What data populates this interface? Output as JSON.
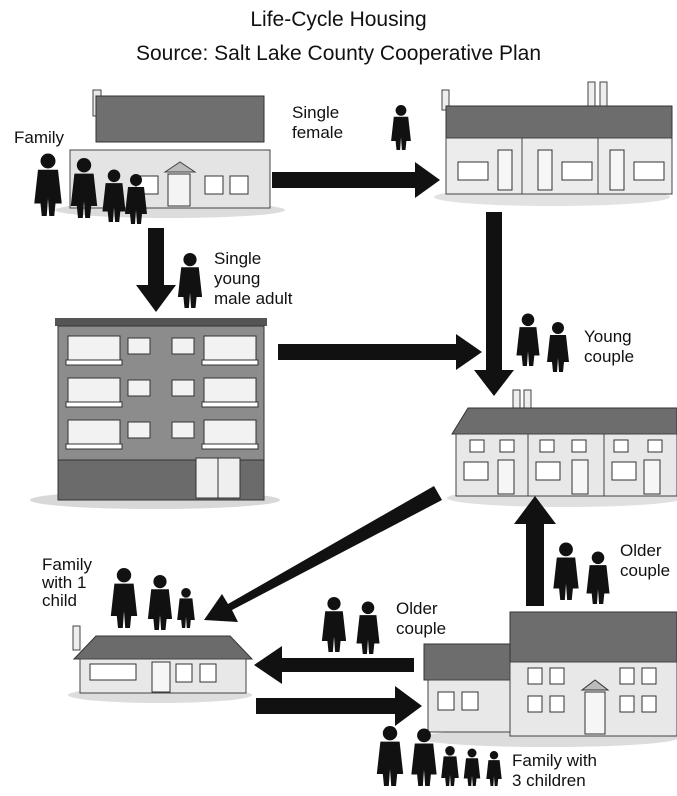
{
  "header": {
    "title": "Life-Cycle Housing",
    "subtitle": "Source: Salt Lake County Cooperative Plan"
  },
  "labels": {
    "family_top": "Family",
    "single_female_1": "Single",
    "single_female_2": "female",
    "single_male_1": "Single",
    "single_male_2": "young",
    "single_male_3": "male adult",
    "young_couple_1": "Young",
    "young_couple_2": "couple",
    "older_couple_right_1": "Older",
    "older_couple_right_2": "couple",
    "family_one_child_1": "Family",
    "family_one_child_2": "with 1",
    "family_one_child_3": "child",
    "older_couple_mid_1": "Older",
    "older_couple_mid_2": "couple",
    "family_three_children_1": "Family with",
    "family_three_children_2": "3 children"
  }
}
